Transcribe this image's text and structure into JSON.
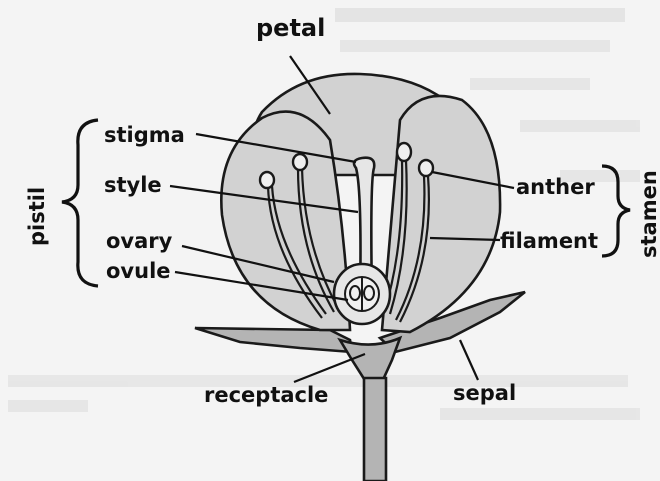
{
  "diagram": {
    "labels": {
      "petal": "petal",
      "stigma": "stigma",
      "style": "style",
      "ovary": "ovary",
      "ovule": "ovule",
      "anther": "anther",
      "filament": "filament",
      "sepal": "sepal",
      "receptacle": "receptacle"
    },
    "groups": {
      "pistil": "pistil",
      "stamen": "stamen"
    }
  },
  "colors": {
    "petal_fill": "#d2d2d2",
    "sepal_fill": "#b4b4b4",
    "outline": "#1a1a1a",
    "background": "#f4f4f4"
  }
}
